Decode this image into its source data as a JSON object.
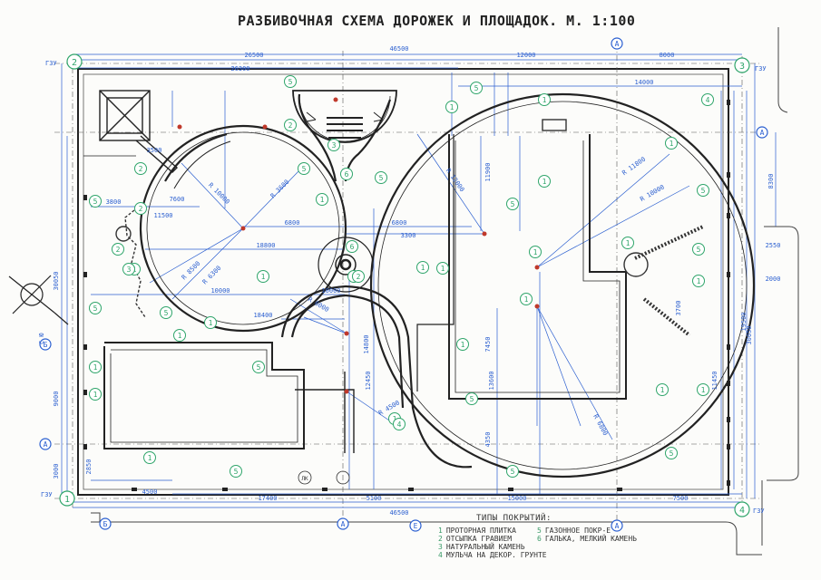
{
  "title": "РАЗБИВОЧНАЯ СХЕМА ДОРОЖЕК И ПЛОЩАДОК.   М. 1:100",
  "colors": {
    "line": "#2a2a2a",
    "dim": "#2b5fd0",
    "marker": "#2fa56a",
    "point": "#c0392b"
  },
  "axes": {
    "a2": "2",
    "a3": "3",
    "a4": "4",
    "a1": "1",
    "colA": "A",
    "rowA": "А",
    "rowB": "Б",
    "colE": "Е"
  },
  "gzu_label": "ГЗУ",
  "compass_label": "С Ю",
  "ls_label": "ЛК",
  "dims": {
    "overall_top": "46500",
    "d_26500": "26500",
    "d_26300": "26300",
    "d_12000": "12000",
    "d_8000": "8000",
    "d_14000": "14000",
    "d_11500": "11500",
    "d_6800a": "6800",
    "d_6800b": "6800",
    "d_3800": "3800",
    "d_3300a": "3300",
    "d_10000a": "10000",
    "d_10000b": "10000",
    "d_18800": "18800",
    "d_18400": "18400",
    "d_7600": "7600",
    "d_3500": "3500",
    "d_4500": "4500",
    "d_17400": "17400",
    "d_5100": "5100",
    "d_15000": "15000",
    "d_7500": "7500",
    "overall_bottom": "46500",
    "left_30050": "30050",
    "right_30050": "30050",
    "d_11900": "11900",
    "d_9000": "9000",
    "d_3000": "3000",
    "d_12450": "12450",
    "d_13600": "13600",
    "d_14800": "14800",
    "d_8300": "8300",
    "d_2550": "2550",
    "d_2000": "2000",
    "d_19500": "19500",
    "d_7450": "7450",
    "d_4350": "4350",
    "d_3700": "3700",
    "d_2850": "2850",
    "d_11450": "11450"
  },
  "radii": {
    "r1": "R 10000",
    "r2": "R 8500",
    "r3": "R 6300",
    "r4": "R 3600",
    "r5": "R 12000",
    "r6": "R 11800",
    "r7": "R 10000",
    "r8": "R 6800",
    "r9": "R 6000",
    "r10": "R 4500"
  },
  "legend": {
    "title": "ТИПЫ ПОКРЫТИЙ:",
    "items": [
      {
        "num": "1",
        "label": "ПРОТОРНАЯ ПЛИТКА"
      },
      {
        "num": "2",
        "label": "ОТСЫПКА ГРАВИЕМ"
      },
      {
        "num": "3",
        "label": "НАТУРАЛЬНЫЙ КАМЕНЬ"
      },
      {
        "num": "4",
        "label": "МУЛЬЧА НА ДЕКОР. ГРУНТЕ"
      },
      {
        "num": "5",
        "label": "ГАЗОННОЕ ПОКР-Е"
      },
      {
        "num": "6",
        "label": "ГАЛЬКА, МЕЛКИЙ КАМЕНЬ"
      }
    ]
  },
  "markers": [
    "1",
    "2",
    "3",
    "4",
    "5",
    "6"
  ]
}
